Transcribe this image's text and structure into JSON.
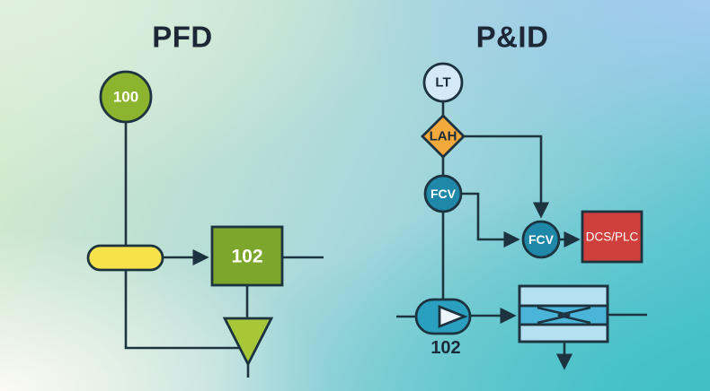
{
  "pfd": {
    "title": "PFD",
    "source_label": "100",
    "unit_label": "102"
  },
  "pid": {
    "title": "P&ID",
    "transmitter_label": "LT",
    "alarm_label": "LAH",
    "control_valve_1_label": "FCV",
    "control_valve_2_label": "FCV",
    "controller_label": "DCS/PLC",
    "pump_label": "102"
  },
  "colors": {
    "background_top_left": "#dff0df",
    "background_top_right": "#a5cbf0",
    "background_bottom_left": "#fdfbf2",
    "background_bottom_right": "#3ebfc5",
    "line_stroke": "#1d3440",
    "title_text": "#1e2736",
    "pfd_source_green": "#8cb42f",
    "pfd_unit_green": "#7da72c",
    "pfd_triangle_green": "#a6c838",
    "pfd_valve_yellow": "#f6e34b",
    "pid_transmitter_fill": "#d3e9f7",
    "pid_alarm_orange": "#f3a93c",
    "pid_valve_teal": "#1f87a8",
    "pid_pump_teal": "#2b9fc0",
    "pid_pump_inner": "#edf6fc",
    "pid_exchanger_light": "#b5e0f2",
    "pid_exchanger_mid": "#4ab5d8",
    "pid_controller_red": "#cf403c",
    "label_light": "#ffffff",
    "label_dark": "#1b2b3a"
  }
}
